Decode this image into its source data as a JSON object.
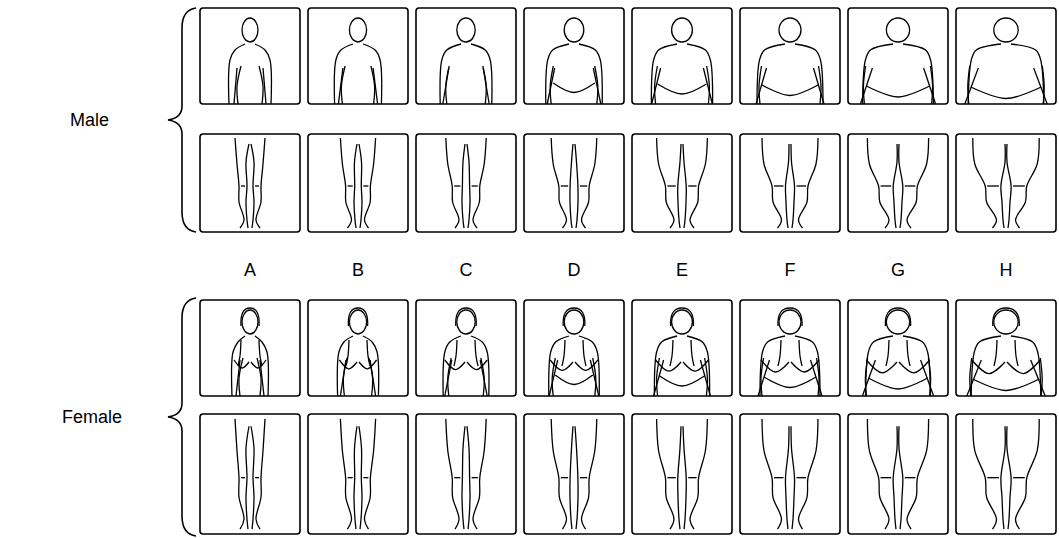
{
  "diagram": {
    "labels": [
      "Male",
      "Female",
      "A",
      "B",
      "C",
      "D",
      "E",
      "F",
      "G",
      "H"
    ]
  }
}
